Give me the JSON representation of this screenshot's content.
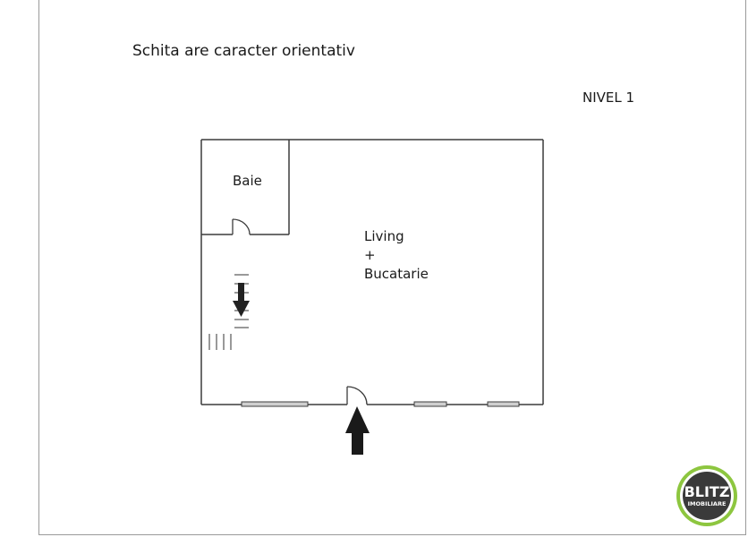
{
  "header": {
    "note": "Schita are caracter orientativ",
    "level": "NIVEL 1"
  },
  "rooms": {
    "bathroom": "Baie",
    "living_line1": "Living",
    "living_line2": "+",
    "living_line3": "Bucatarie"
  },
  "logo": {
    "word1": "BLITZ",
    "word2": "IMOBILIARE",
    "ring_color": "#8dc63f",
    "disc_color": "#3a3a3a"
  },
  "colors": {
    "wall": "#3c3c3c",
    "window_fill": "#cfcfcf"
  }
}
